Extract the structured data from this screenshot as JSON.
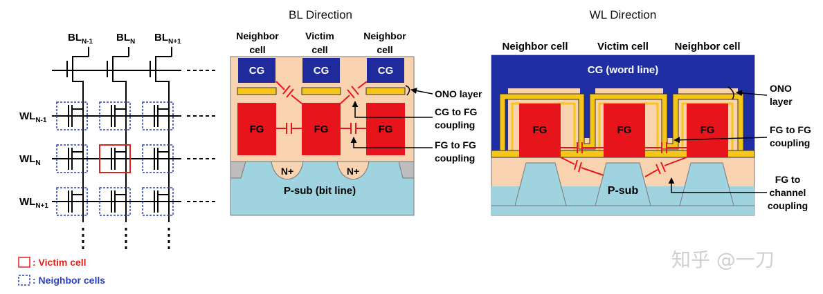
{
  "titles": {
    "bl": "BL Direction",
    "wl": "WL Direction"
  },
  "array": {
    "bitlines": [
      {
        "base": "BL",
        "sub": "N-1"
      },
      {
        "base": "BL",
        "sub": "N"
      },
      {
        "base": "BL",
        "sub": "N+1"
      }
    ],
    "wordlines": [
      {
        "base": "WL",
        "sub": "N-1"
      },
      {
        "base": "WL",
        "sub": "N"
      },
      {
        "base": "WL",
        "sub": "N+1"
      }
    ],
    "legend": {
      "victim": ": Victim cell",
      "neighbor": ": Neighbor cells"
    },
    "colors": {
      "victim": "#e0201b",
      "neighbor": "#2a3fbf"
    }
  },
  "bl": {
    "headers": {
      "left": [
        "Neighbor",
        "cell"
      ],
      "mid": [
        "Victim",
        "cell"
      ],
      "right": [
        "Neighbor",
        "cell"
      ]
    },
    "cg": "CG",
    "fg": "FG",
    "nplus": "N+",
    "psub": "P-sub (bit line)",
    "callouts": {
      "ono": "ONO layer",
      "cgfg": [
        "CG to FG",
        "coupling"
      ],
      "fgfg": [
        "FG to FG",
        "coupling"
      ]
    }
  },
  "wl": {
    "headers": {
      "left": "Neighbor cell",
      "mid": "Victim cell",
      "right": "Neighbor cell"
    },
    "cg": "CG (word line)",
    "fg": "FG",
    "psub": "P-sub",
    "callouts": {
      "ono": [
        "ONO",
        "layer"
      ],
      "fgfg": [
        "FG to FG",
        "coupling"
      ],
      "channel": [
        "FG to",
        "channel",
        "coupling"
      ]
    }
  },
  "watermark": "知乎 @一刀",
  "colors": {
    "cg": "#1f2b9c",
    "fg": "#e8141b",
    "ono": "#f5c518",
    "oxide": "#f9d3b0",
    "substrate": "#9fd3df",
    "wlcg": "#1f2ea3",
    "coupling": "#e8141b"
  }
}
